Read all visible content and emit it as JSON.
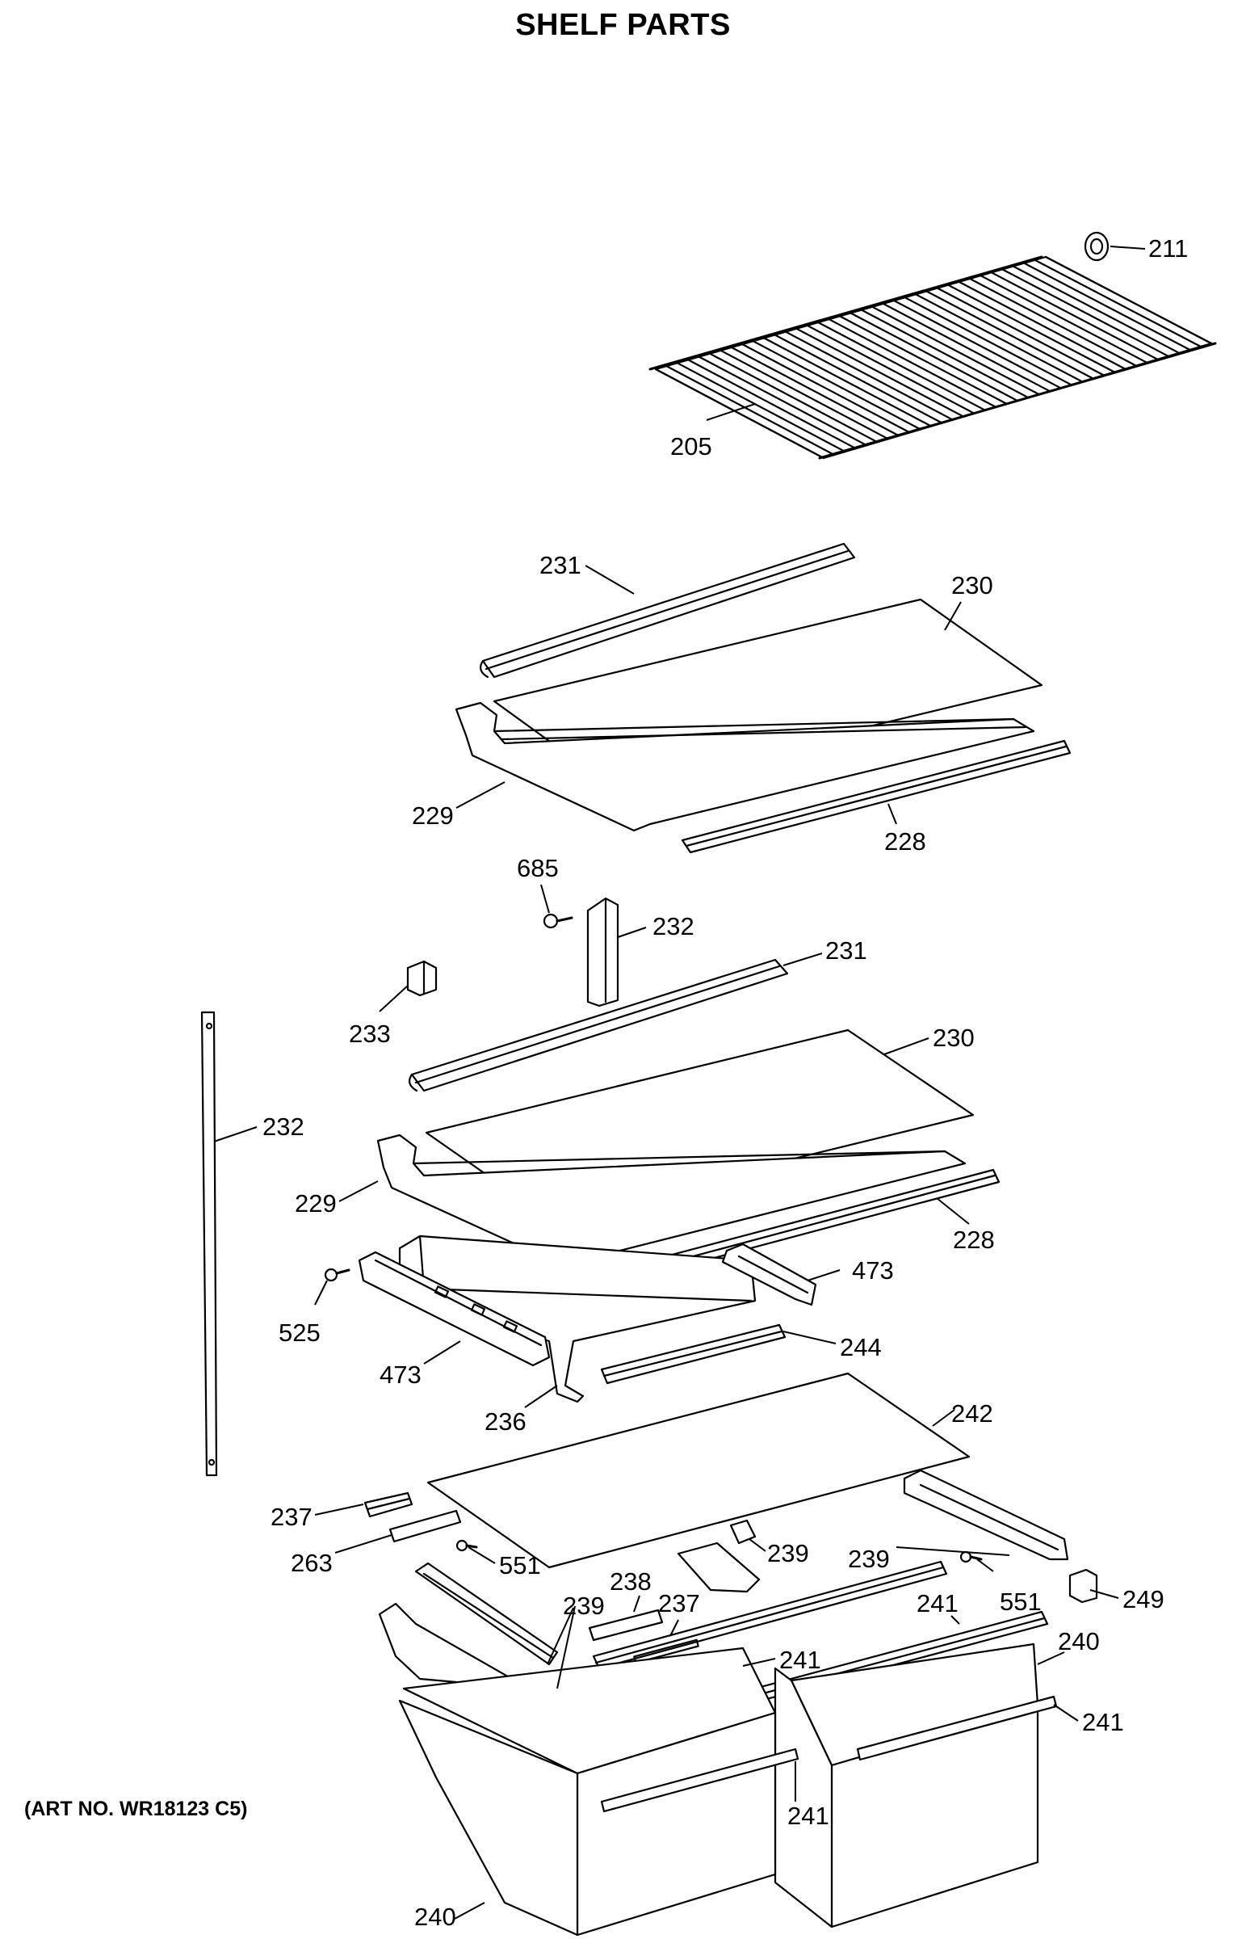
{
  "title": "SHELF PARTS",
  "art_no": "(ART NO. WR18123 C5)",
  "part_labels": {
    "p205": "205",
    "p211": "211",
    "p231a": "231",
    "p230a": "230",
    "p229a": "229",
    "p228a": "228",
    "p685": "685",
    "p232a": "232",
    "p231b": "231",
    "p233": "233",
    "p230b": "230",
    "p232b": "232",
    "p229b": "229",
    "p228b": "228",
    "p525": "525",
    "p473a": "473",
    "p473b": "473",
    "p244": "244",
    "p236": "236",
    "p242": "242",
    "p237a": "237",
    "p263": "263",
    "p551a": "551",
    "p239a": "239",
    "p239b": "239",
    "p551b": "551",
    "p249": "249",
    "p238": "238",
    "p237b": "237",
    "p239c": "239",
    "p241a": "241",
    "p241b": "241",
    "p240a": "240",
    "p241c": "241",
    "p241d": "241",
    "p240b": "240"
  }
}
